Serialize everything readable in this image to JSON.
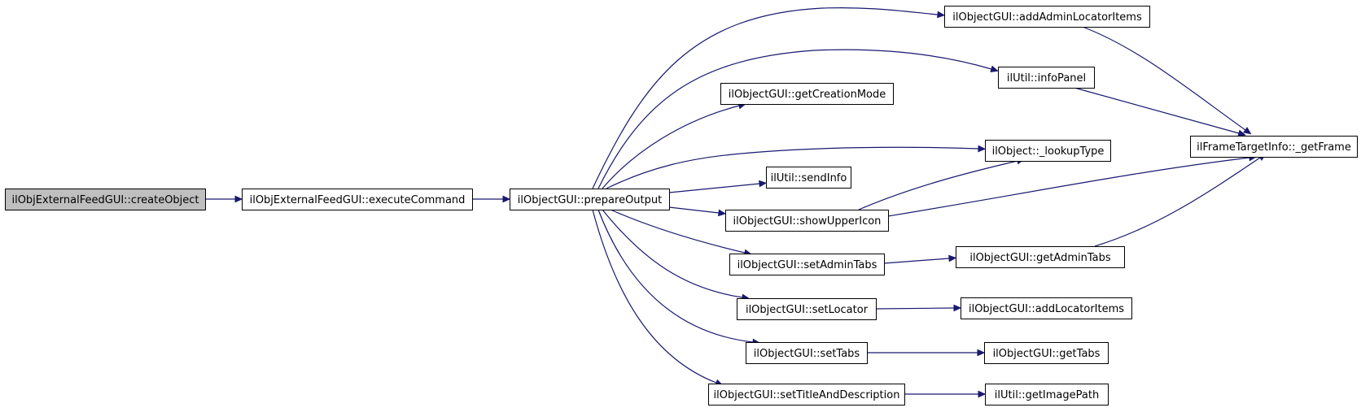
{
  "colors": {
    "edge": "#191970",
    "node_fill": "#ffffff",
    "root_fill": "#bfbfbf",
    "border": "#000000"
  },
  "nodes": [
    {
      "id": "create_object",
      "label": "ilObjExternalFeedGUI::createObject",
      "root": true
    },
    {
      "id": "execute_command",
      "label": "ilObjExternalFeedGUI::executeCommand"
    },
    {
      "id": "prepare_output",
      "label": "ilObjectGUI::prepareOutput"
    },
    {
      "id": "add_admin_locator_items",
      "label": "ilObjectGUI::addAdminLocatorItems"
    },
    {
      "id": "info_panel",
      "label": "ilUtil::infoPanel"
    },
    {
      "id": "get_creation_mode",
      "label": "ilObjectGUI::getCreationMode"
    },
    {
      "id": "lookup_type",
      "label": "ilObject::_lookupType"
    },
    {
      "id": "send_info",
      "label": "ilUtil::sendInfo"
    },
    {
      "id": "show_upper_icon",
      "label": "ilObjectGUI::showUpperIcon"
    },
    {
      "id": "set_admin_tabs",
      "label": "ilObjectGUI::setAdminTabs"
    },
    {
      "id": "get_admin_tabs",
      "label": "ilObjectGUI::getAdminTabs"
    },
    {
      "id": "set_locator",
      "label": "ilObjectGUI::setLocator"
    },
    {
      "id": "add_locator_items",
      "label": "ilObjectGUI::addLocatorItems"
    },
    {
      "id": "set_tabs",
      "label": "ilObjectGUI::setTabs"
    },
    {
      "id": "get_tabs",
      "label": "ilObjectGUI::getTabs"
    },
    {
      "id": "set_title_and_description",
      "label": "ilObjectGUI::setTitleAndDescription"
    },
    {
      "id": "get_image_path",
      "label": "ilUtil::getImagePath"
    },
    {
      "id": "get_frame",
      "label": "ilFrameTargetInfo::_getFrame"
    }
  ],
  "edges": [
    {
      "from": "create_object",
      "to": "execute_command"
    },
    {
      "from": "execute_command",
      "to": "prepare_output"
    },
    {
      "from": "prepare_output",
      "to": "add_admin_locator_items"
    },
    {
      "from": "prepare_output",
      "to": "info_panel"
    },
    {
      "from": "prepare_output",
      "to": "get_creation_mode"
    },
    {
      "from": "prepare_output",
      "to": "lookup_type"
    },
    {
      "from": "prepare_output",
      "to": "send_info"
    },
    {
      "from": "prepare_output",
      "to": "show_upper_icon"
    },
    {
      "from": "prepare_output",
      "to": "set_admin_tabs"
    },
    {
      "from": "prepare_output",
      "to": "set_locator"
    },
    {
      "from": "prepare_output",
      "to": "set_tabs"
    },
    {
      "from": "prepare_output",
      "to": "set_title_and_description"
    },
    {
      "from": "add_admin_locator_items",
      "to": "get_frame"
    },
    {
      "from": "info_panel",
      "to": "get_frame"
    },
    {
      "from": "show_upper_icon",
      "to": "lookup_type"
    },
    {
      "from": "show_upper_icon",
      "to": "get_frame"
    },
    {
      "from": "set_admin_tabs",
      "to": "get_admin_tabs"
    },
    {
      "from": "get_admin_tabs",
      "to": "get_frame"
    },
    {
      "from": "set_locator",
      "to": "add_locator_items"
    },
    {
      "from": "set_tabs",
      "to": "get_tabs"
    },
    {
      "from": "set_title_and_description",
      "to": "get_image_path"
    }
  ]
}
